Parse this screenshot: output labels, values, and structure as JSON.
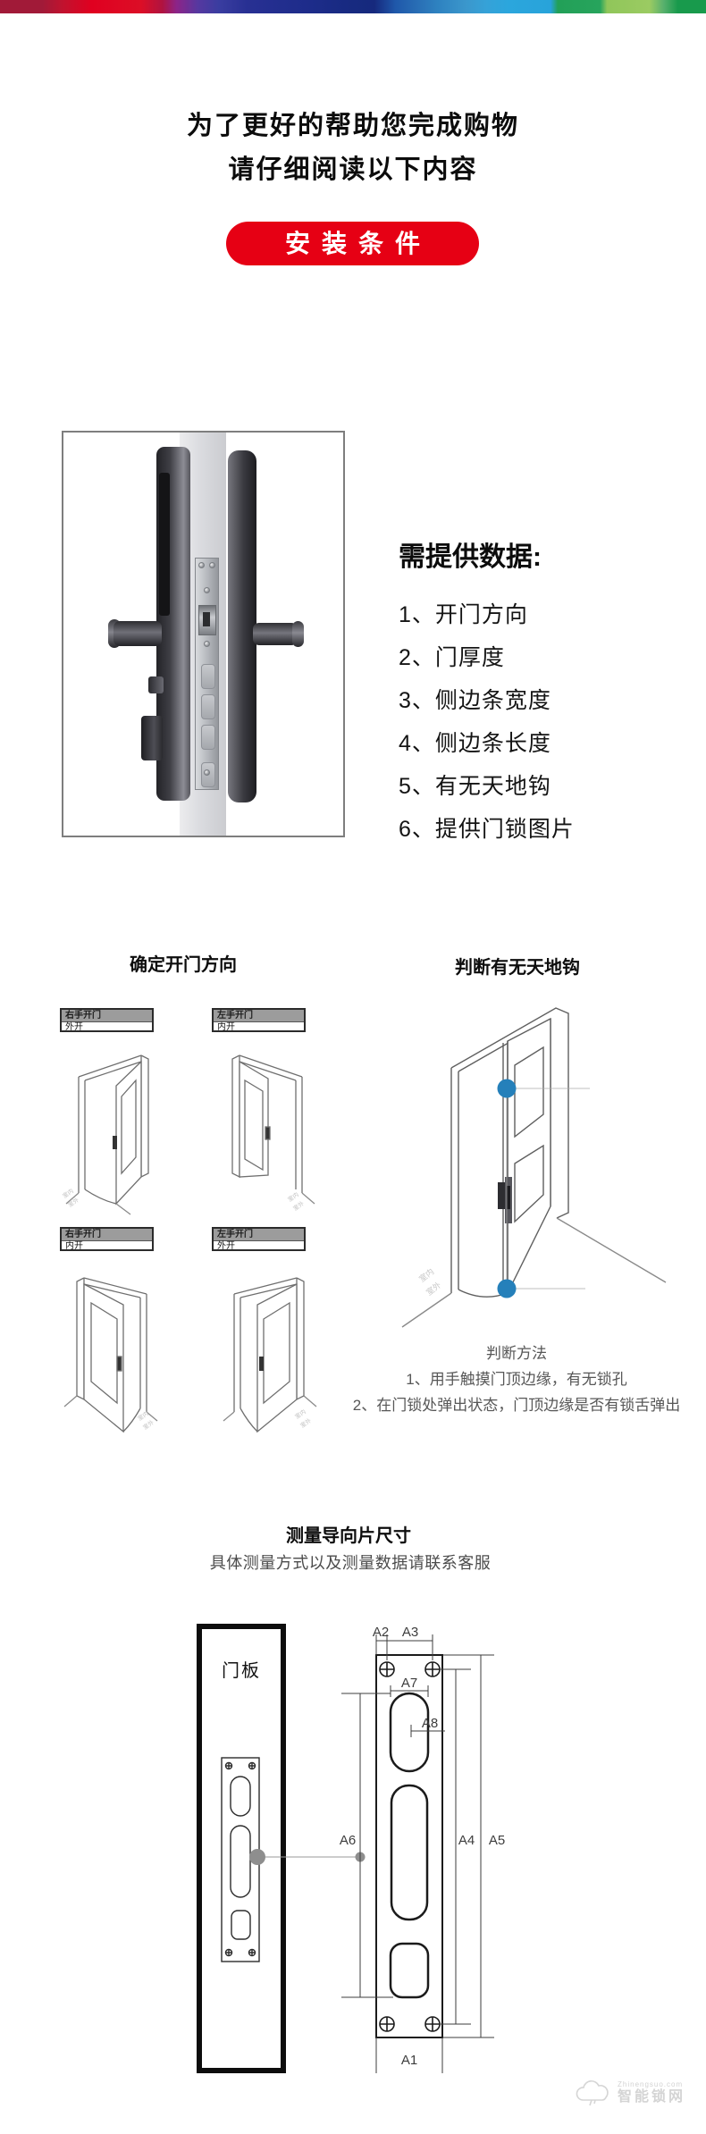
{
  "top_bar": {
    "colors": [
      "#a11a38",
      "#e00020",
      "#8c2488",
      "#3a3da0",
      "#172a80",
      "#1f58aa",
      "#3b97cc",
      "#2ba6dd",
      "#27a45c",
      "#9bcb62",
      "#189a4c"
    ]
  },
  "intro": {
    "line1": "为了更好的帮助您完成购物",
    "line2": "请仔细阅读以下内容"
  },
  "badge": {
    "label": "安装条件",
    "bg": "#e60014"
  },
  "data_needed": {
    "title": "需提供数据:",
    "items": [
      "1、开门方向",
      "2、门厚度",
      "3、侧边条宽度",
      "4、侧边条长度",
      "5、有无天地钩",
      "6、提供门锁图片"
    ]
  },
  "door_direction": {
    "title": "确定开门方向",
    "cells": [
      {
        "hand": "右手开门",
        "open": "外开"
      },
      {
        "hand": "左手开门",
        "open": "内开"
      },
      {
        "hand": "右手开门",
        "open": "内开"
      },
      {
        "hand": "左手开门",
        "open": "外开"
      }
    ],
    "floor_inside": "室内",
    "floor_outside": "室外"
  },
  "hook_check": {
    "title": "判断有无天地钩",
    "method_title": "判断方法",
    "method_1": "1、用手触摸门顶边缘，有无锁孔",
    "method_2": "2、在门锁处弹出状态，门顶边缘是否有锁舌弹出",
    "dot_color": "#2580ba",
    "floor_inside": "室内",
    "floor_outside": "室外"
  },
  "measurement": {
    "title": "测量导向片尺寸",
    "subtitle": "具体测量方式以及测量数据请联系客服",
    "panel_label": "门板",
    "labels": {
      "a1": "A1",
      "a2": "A2",
      "a3": "A3",
      "a4": "A4",
      "a5": "A5",
      "a6": "A6",
      "a7": "A7",
      "a8": "A8"
    }
  },
  "watermark": {
    "line1": "Zhinengsuo.com",
    "line2": "智能锁网"
  }
}
